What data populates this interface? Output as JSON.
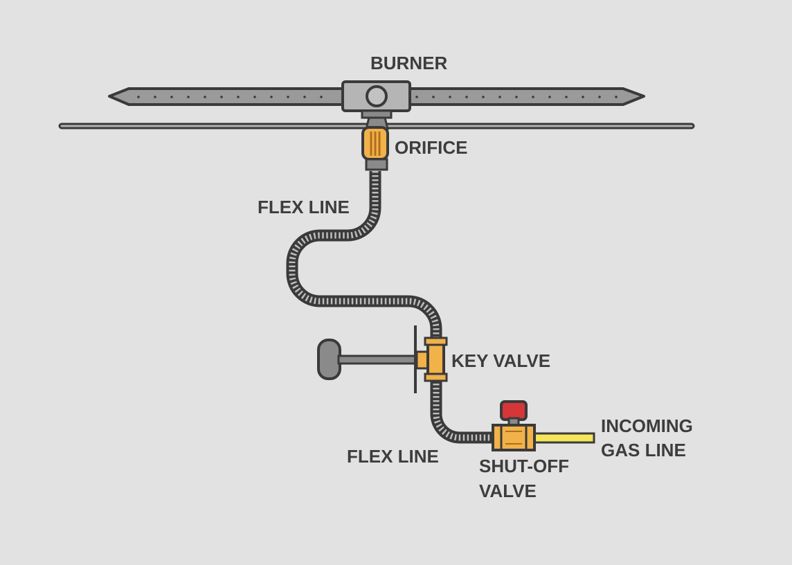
{
  "colors": {
    "background": "#e2e2e2",
    "outline": "#3a3a3a",
    "metal_gray": "#9a9a9a",
    "brass": "#f1b24a",
    "valve_red": "#d63638",
    "gas_yellow": "#f4e55a"
  },
  "labels": {
    "burner": "BURNER",
    "orifice": "ORIFICE",
    "flex_line_upper": "FLEX LINE",
    "key_valve": "KEY VALVE",
    "flex_line_lower": "FLEX LINE",
    "shutoff_line1": "SHUT-OFF",
    "shutoff_line2": "VALVE",
    "incoming_line1": "INCOMING",
    "incoming_line2": "GAS LINE"
  }
}
